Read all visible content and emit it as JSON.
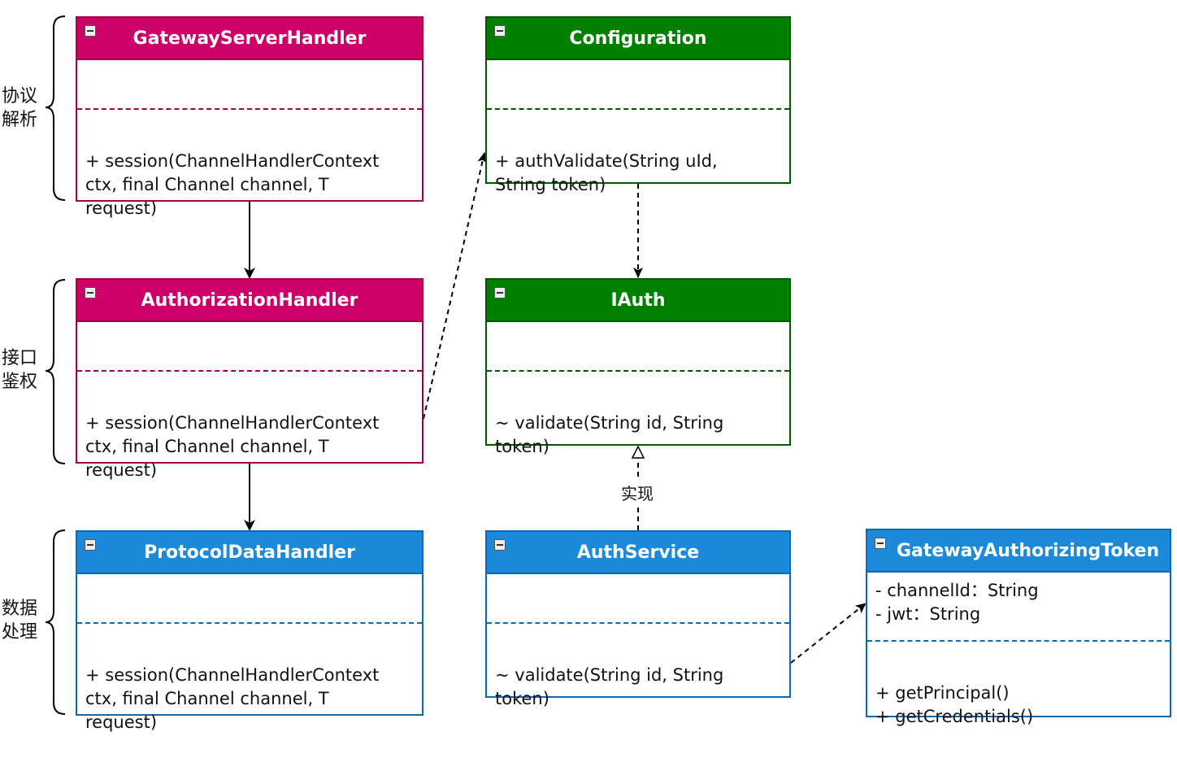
{
  "groups": [
    {
      "line1": "协议",
      "line2": "解析"
    },
    {
      "line1": "接口",
      "line2": "鉴权"
    },
    {
      "line1": "数据",
      "line2": "处理"
    }
  ],
  "classes": {
    "gateway_server_handler": {
      "name": "GatewayServerHandler",
      "ops": "+ session(ChannelHandlerContext\nctx, final Channel channel, T\nrequest)"
    },
    "authorization_handler": {
      "name": "AuthorizationHandler",
      "ops": "+ session(ChannelHandlerContext\nctx, final Channel channel, T\nrequest)"
    },
    "protocol_data_handler": {
      "name": "ProtocolDataHandler",
      "ops": "+ session(ChannelHandlerContext\nctx, final Channel channel, T\nrequest)"
    },
    "configuration": {
      "name": "Configuration",
      "ops": "+ authValidate(String uId,\nString token)"
    },
    "iauth": {
      "name": "IAuth",
      "ops": "~ validate(String id, String\ntoken)"
    },
    "auth_service": {
      "name": "AuthService",
      "ops": "~ validate(String id, String\ntoken)"
    },
    "gateway_authorizing_token": {
      "name": "GatewayAuthorizingToken",
      "attrs": [
        "- channelId：String",
        "- jwt：String"
      ],
      "ops": "+ getPrincipal()\n+ getCredentials()"
    }
  },
  "edges": {
    "implements_label": "实现"
  },
  "colors": {
    "protocol_layer": "#cc0066",
    "auth_layer": "#008000",
    "data_layer": "#1c8ad9"
  }
}
